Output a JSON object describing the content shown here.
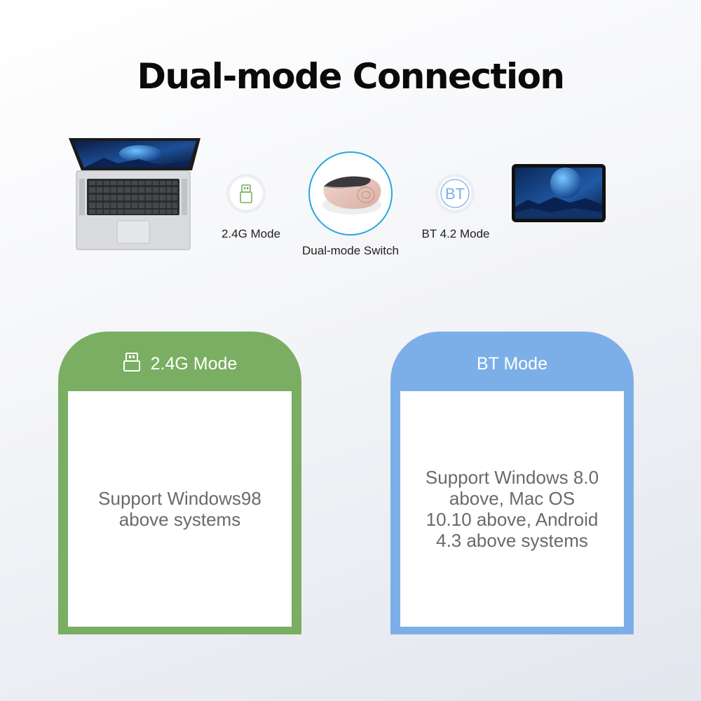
{
  "title": "Dual-mode Connection",
  "devices": {
    "laptop_icon": "laptop-icon",
    "tablet_icon": "tablet-icon"
  },
  "modes": {
    "g24": {
      "label": "2.4G Mode",
      "icon": "usb-receiver-icon",
      "color": "#7aae62"
    },
    "switch": {
      "label": "Dual-mode Switch",
      "icon": "mouse-icon",
      "color": "#2ba6d9"
    },
    "bt": {
      "label": "BT 4.2 Mode",
      "icon_text": "BT",
      "icon": "bluetooth-icon",
      "color": "#7cafe8"
    }
  },
  "cards": {
    "g24": {
      "header": "2.4G Mode",
      "icon": "usb-receiver-icon",
      "body": "Support Windows98 above systems",
      "color": "#7aae62"
    },
    "bt": {
      "header": "BT Mode",
      "body": "Support Windows 8.0 above, Mac OS 10.10 above, Android 4.3 above systems",
      "color": "#7cafe8"
    }
  }
}
